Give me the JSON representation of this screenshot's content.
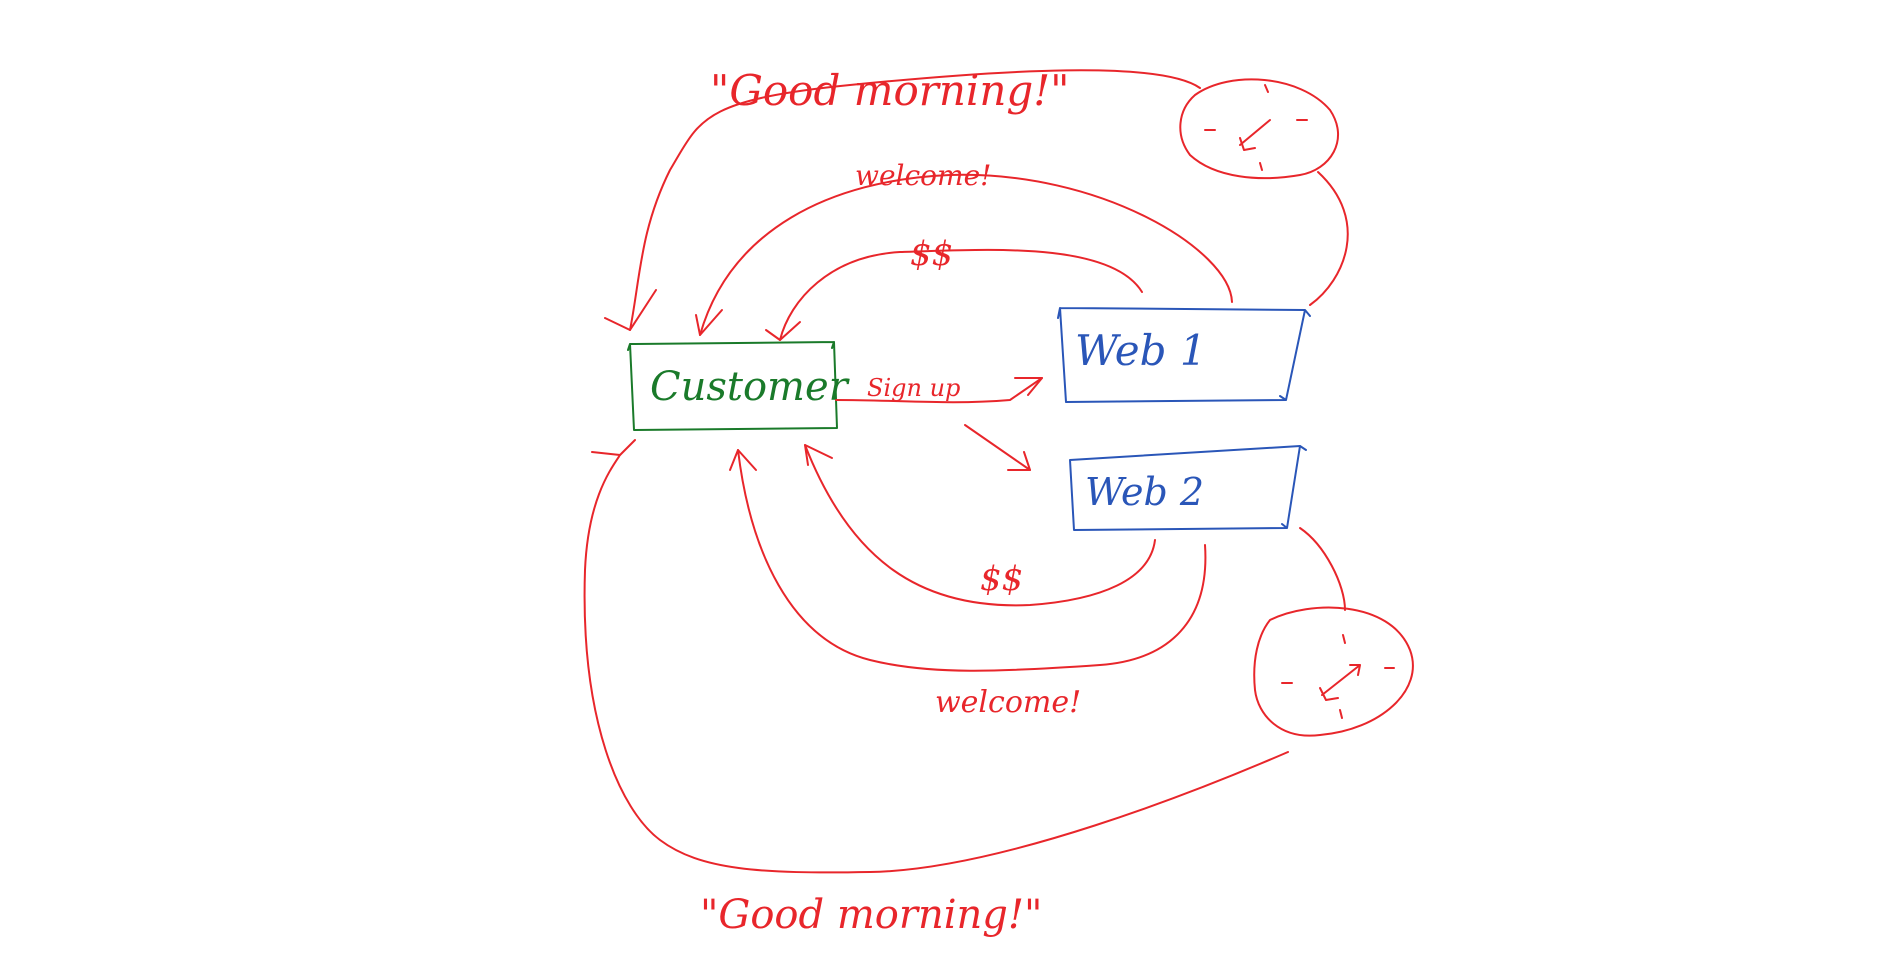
{
  "colors": {
    "red": "#e8262b",
    "blue": "#2a56b8",
    "green": "#1a7a2a"
  },
  "nodes": {
    "customer": "Customer",
    "web1": "Web 1",
    "web2": "Web 2"
  },
  "edges": {
    "good_morning_top": "\"Good morning!\"",
    "welcome_top": "welcome!",
    "money_top": "$$",
    "sign_up": "Sign up",
    "money_bottom": "$$",
    "welcome_bottom": "welcome!",
    "good_morning_bottom": "\"Good morning!\""
  },
  "icons": {
    "top_clock": "clock-icon",
    "bottom_clock": "clock-icon"
  }
}
